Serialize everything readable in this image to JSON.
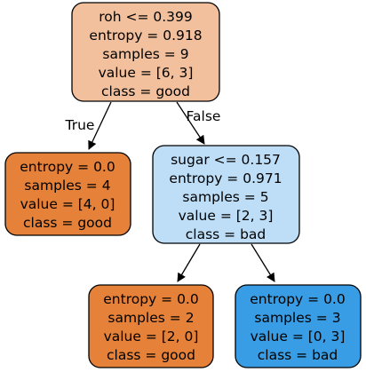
{
  "tree": {
    "nodes": [
      {
        "id": "root",
        "lines": [
          "roh <= 0.399",
          "entropy = 0.918",
          "samples = 9",
          "value = [6, 3]",
          "class = good"
        ],
        "fill": "#f2c09c"
      },
      {
        "id": "left",
        "lines": [
          "entropy = 0.0",
          "samples = 4",
          "value = [4, 0]",
          "class = good"
        ],
        "fill": "#e58139"
      },
      {
        "id": "right",
        "lines": [
          "sugar <= 0.157",
          "entropy = 0.971",
          "samples = 5",
          "value = [2, 3]",
          "class = bad"
        ],
        "fill": "#bddef6"
      },
      {
        "id": "right-left",
        "lines": [
          "entropy = 0.0",
          "samples = 2",
          "value = [2, 0]",
          "class = good"
        ],
        "fill": "#e58139"
      },
      {
        "id": "right-right",
        "lines": [
          "entropy = 0.0",
          "samples = 3",
          "value = [0, 3]",
          "class = bad"
        ],
        "fill": "#399de5"
      }
    ],
    "edge_labels": {
      "true_label": "True",
      "false_label": "False"
    }
  }
}
